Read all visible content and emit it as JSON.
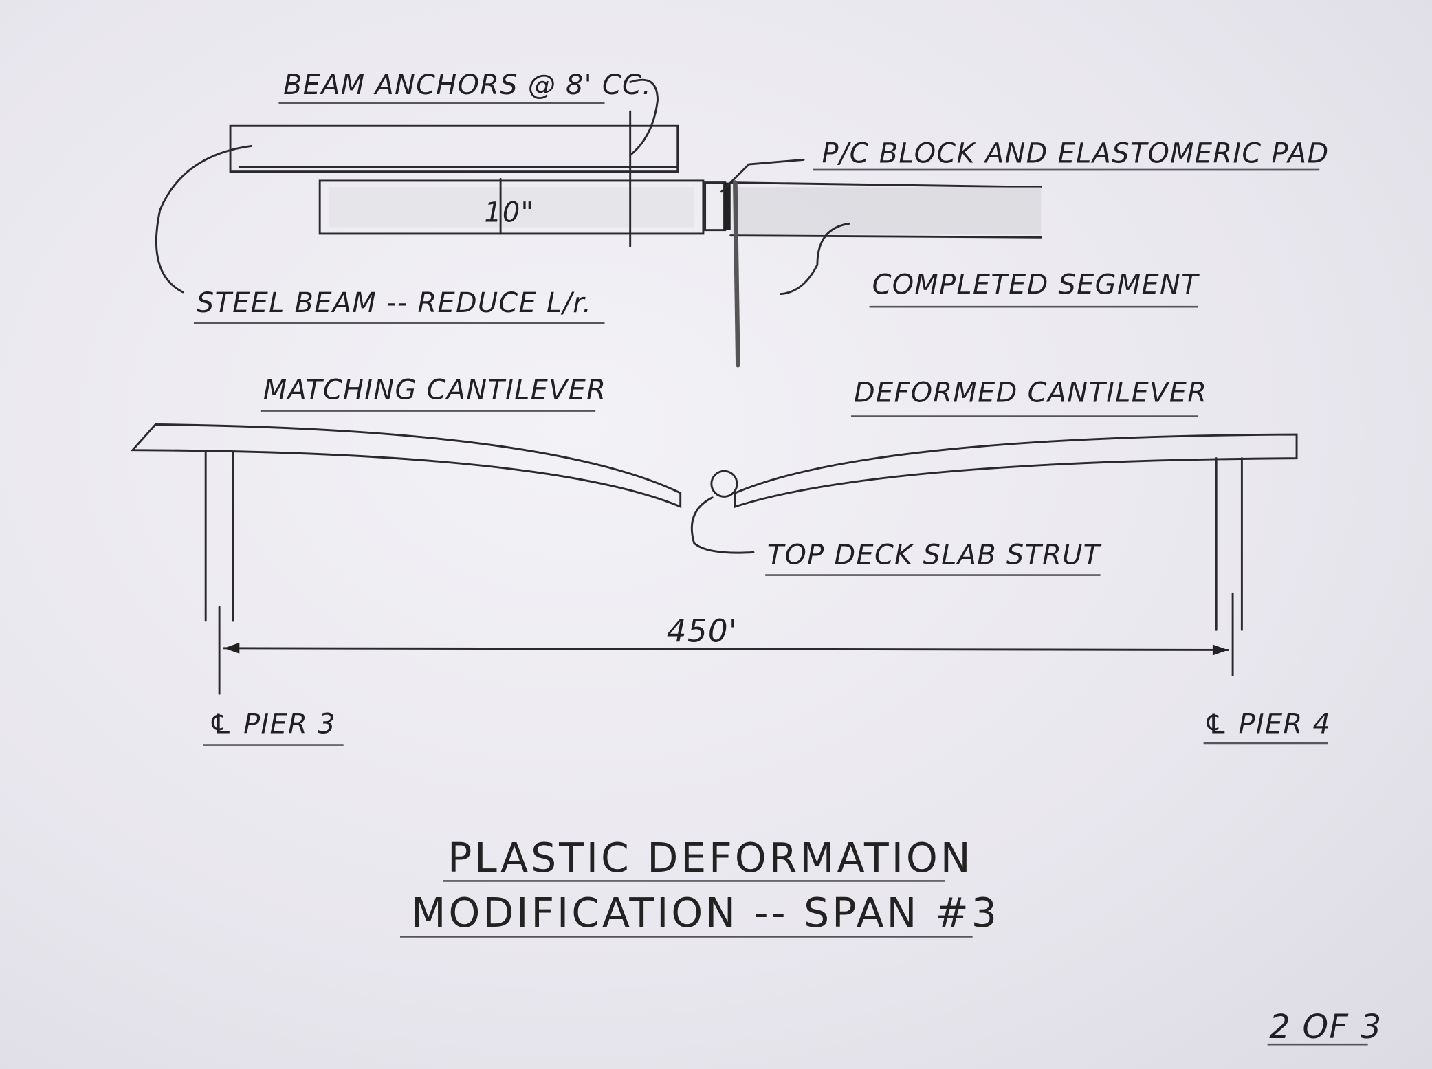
{
  "labels": {
    "beam_anchors": "BEAM ANCHORS @ 8' CC.",
    "pc_block": "P/C BLOCK AND ELASTOMERIC PAD",
    "depth": "10\"",
    "steel_beam": "STEEL BEAM -- REDUCE L/r.",
    "completed_segment": "COMPLETED SEGMENT",
    "matching_cantilever": "MATCHING CANTILEVER",
    "deformed_cantilever": "DEFORMED CANTILEVER",
    "top_deck_slab_strut": "TOP DECK SLAB STRUT",
    "span_length": "450'",
    "pier_3": "℄ PIER 3",
    "pier_4": "℄ PIER 4"
  },
  "title": {
    "line1": "PLASTIC DEFORMATION",
    "line2": "MODIFICATION -- SPAN #3"
  },
  "page_number": "2 OF 3"
}
